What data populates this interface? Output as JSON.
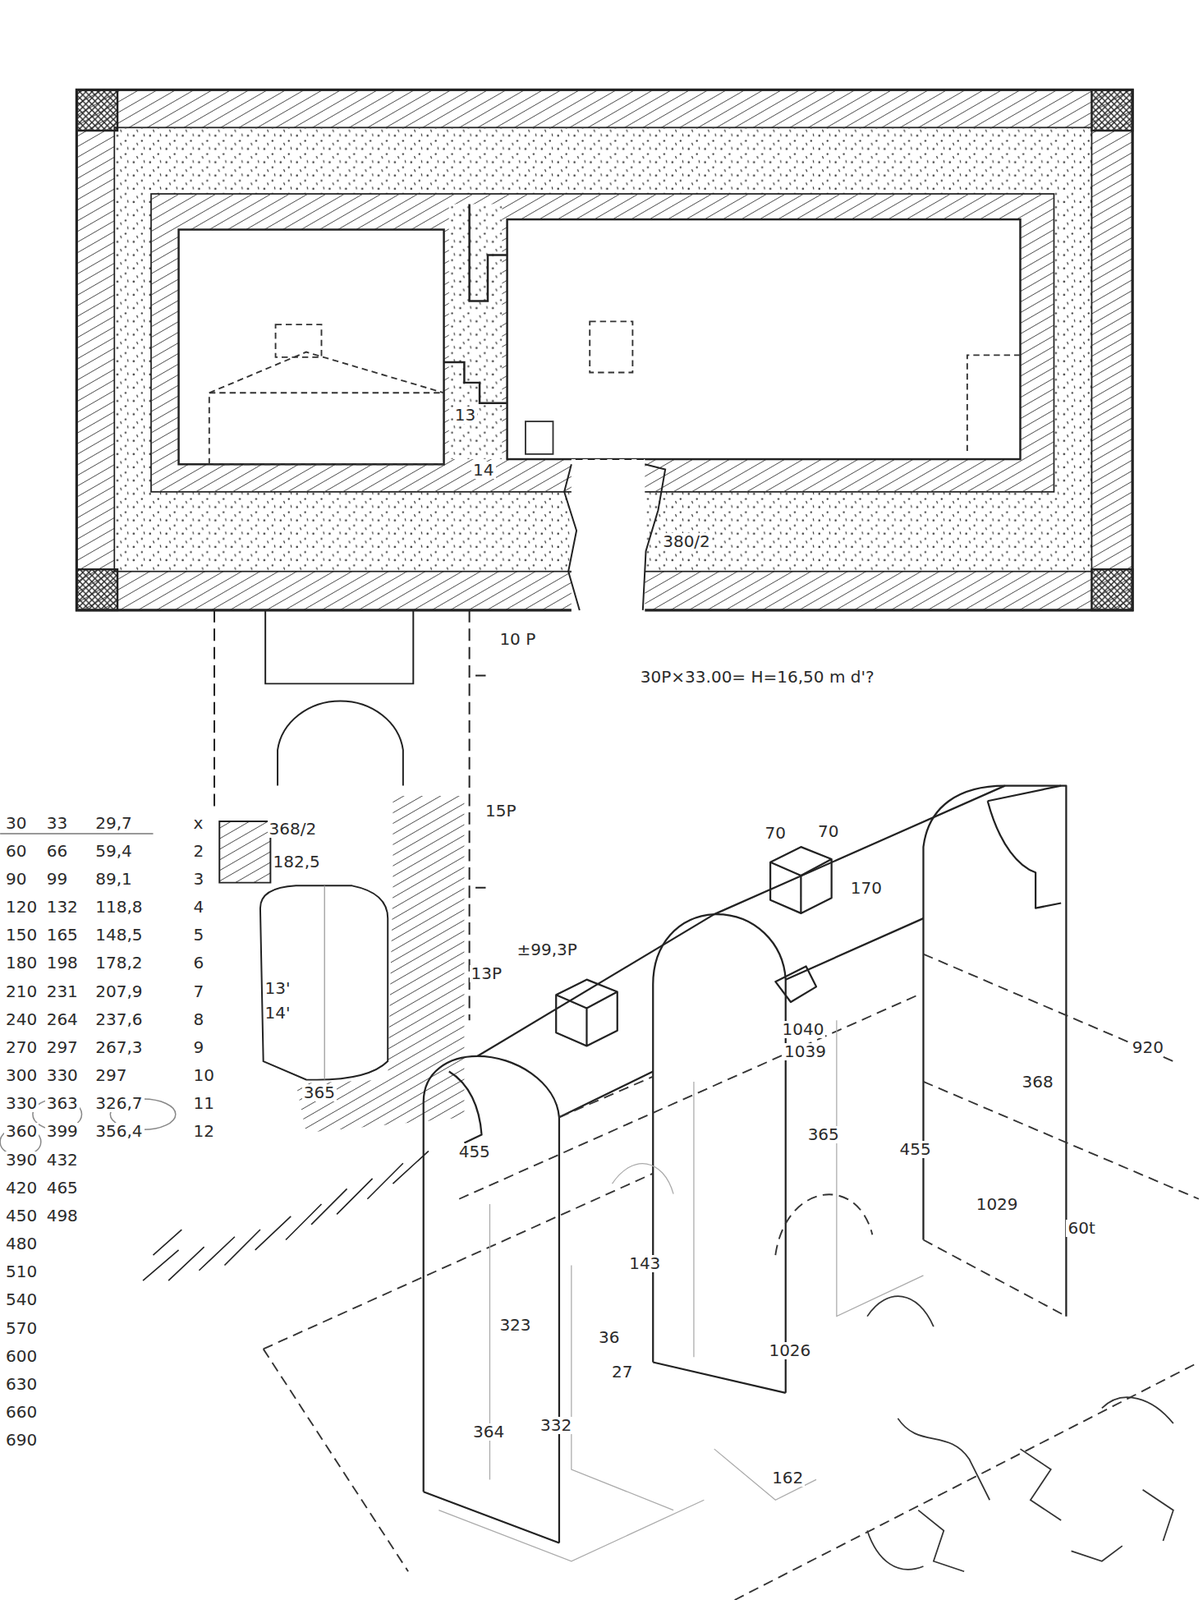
{
  "diagram": {
    "labels": [
      "13",
      "14",
      "380/2",
      "10 P",
      "30P×33.00= H=16,50 m d'?",
      "15P",
      "368/2",
      "182,5",
      "13'",
      "14'",
      "365",
      "13P",
      "±99,3P",
      "30",
      "33",
      "29,7",
      "x",
      "60",
      "66",
      "59,4",
      "2",
      "90",
      "99",
      "89,1",
      "3",
      "120",
      "132",
      "118,8",
      "4",
      "150",
      "165",
      "148,5",
      "5",
      "180",
      "198",
      "178,2",
      "6",
      "210",
      "231",
      "207,9",
      "7",
      "240",
      "264",
      "237,6",
      "8",
      "270",
      "297",
      "267,3",
      "9",
      "300",
      "330",
      "297",
      "10",
      "330",
      "363",
      "326,7",
      "11",
      "360",
      "399",
      "356,4",
      "12",
      "390",
      "432",
      "420",
      "465",
      "450",
      "498",
      "480",
      "510",
      "540",
      "570",
      "600",
      "630",
      "660",
      "690",
      "70",
      "70",
      "170",
      "920",
      "368",
      "455",
      "1040",
      "1039",
      "1029",
      "60t",
      "455",
      "323",
      "36",
      "27",
      "364",
      "332",
      "162",
      "365",
      "1026",
      "143"
    ]
  }
}
